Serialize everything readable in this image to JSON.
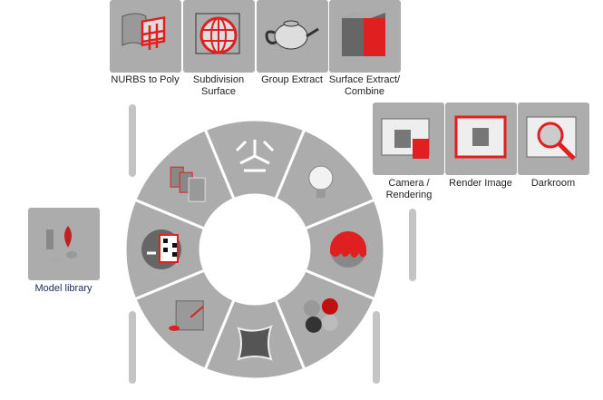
{
  "top_tools": [
    {
      "label": "NURBS to Poly",
      "icon": "nurbs-to-poly-icon"
    },
    {
      "label": "Subdivision Surface",
      "icon": "subdivision-surface-icon"
    },
    {
      "label": "Group Extract",
      "icon": "teapot-icon"
    },
    {
      "label": "Surface Extract/ Combine",
      "icon": "surface-extract-icon"
    }
  ],
  "right_tools": [
    {
      "label": "Camera / Rendering",
      "icon": "camera-rendering-icon"
    },
    {
      "label": "Render Image",
      "icon": "render-image-icon"
    },
    {
      "label": "Darkroom",
      "icon": "darkroom-icon"
    }
  ],
  "left_tools": [
    {
      "label": "Model library",
      "icon": "model-library-icon"
    }
  ],
  "ring_items": [
    "transform",
    "light",
    "material-paint",
    "material-library",
    "environment",
    "surface-light",
    "uv-mapping",
    "cylinders"
  ],
  "colors": {
    "tile": "#acacac",
    "accent": "#e02020"
  }
}
